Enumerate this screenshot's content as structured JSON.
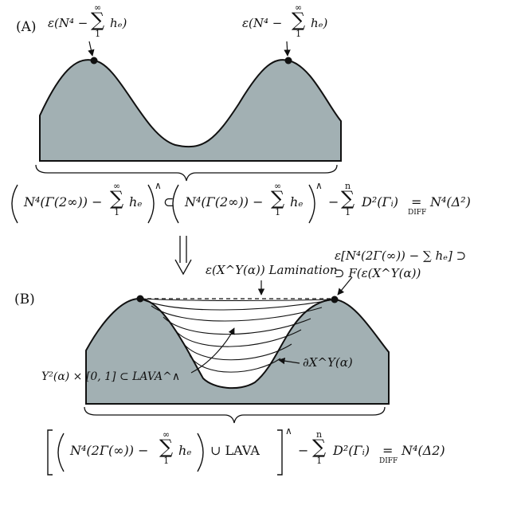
{
  "panel_a": {
    "label": "(A)",
    "peak_annotation_left": "ε(N⁴ − ∑ hₑ)",
    "peak_annotation_right": "ε(N⁴ − ∑ hₑ)",
    "sum_upper": "∞",
    "sum_lower": "1",
    "equation": "(N⁴(Γ(2∞)) − ∑ hₑ)^∧ ⊂ (N⁴(Γ(2∞)) − ∑ hₑ)^∧ − ∑ D²(Γᵢ) =DIFF N⁴(Δ²)",
    "equation_parts": {
      "lhs": "N⁴(Γ(2∞)) −",
      "lhs_sum_term": "hₑ",
      "subset": "⊂",
      "rhs": "N⁴(Γ(2∞)) −",
      "rhs_sum_term": "hₑ",
      "minus": "−",
      "d_sum_upper": "n",
      "d_sum_term": "D²(Γᵢ)",
      "diff_label": "DIFF",
      "result": "N⁴(Δ²)",
      "hat": "∧"
    }
  },
  "arrow_between": "⇓",
  "panel_b": {
    "label": "(B)",
    "lamination_label": "ε(X^Y(α)) Lamination",
    "top_right_annotation_line1": "ε[N⁴(2Γ(∞)) − ∑ hₑ] ⊃",
    "top_right_annotation_line2": "⊃ F(ε(X^Y(α))",
    "left_annotation": "Y²(α) × [0, 1] ⊂ LAVA^∧",
    "right_annotation": "∂X^Y(α)",
    "equation_parts": {
      "inner": "N⁴(2Γ(∞)) −",
      "inner_sum_term": "hₑ",
      "lava": "∪ LAVA",
      "hat": "∧",
      "minus": "−",
      "d_sum_upper": "n",
      "d_sum_term": "D²(Γᵢ)",
      "diff_label": "DIFF",
      "result": "N⁴(Δ2)"
    }
  },
  "colors": {
    "shape_fill": "#a2b0b3",
    "stroke": "#111111",
    "background": "#ffffff"
  }
}
